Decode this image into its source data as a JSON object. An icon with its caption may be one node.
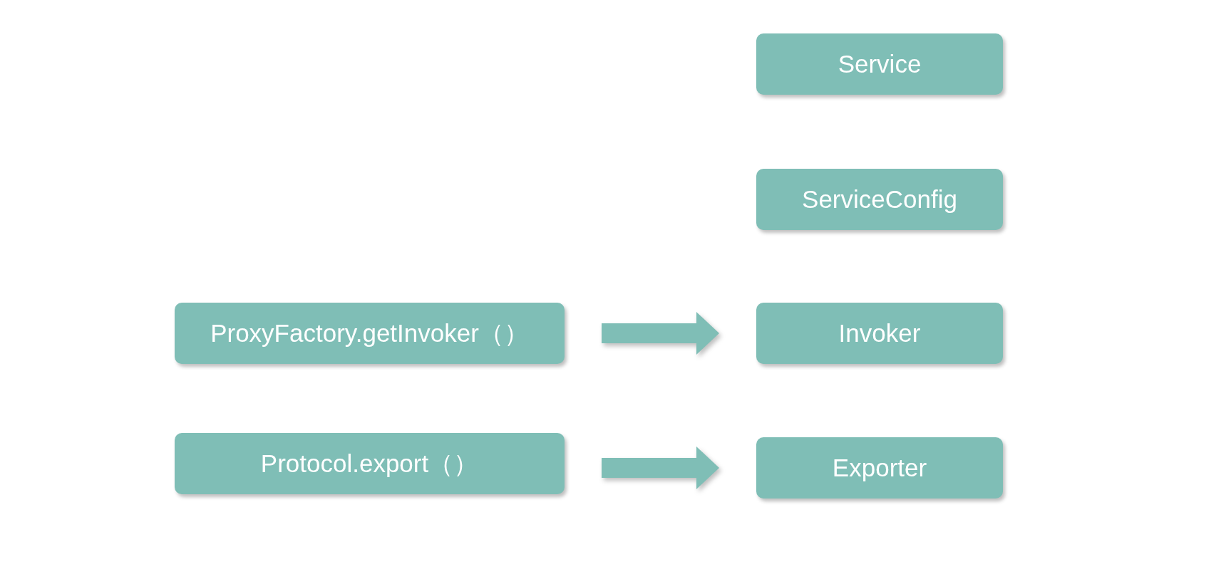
{
  "diagram": {
    "nodes": [
      {
        "text": [
          "Service"
        ]
      },
      {
        "text": [
          "ServiceConfig"
        ]
      },
      {
        "text": [
          "ProxyFactory.getInvoker（）"
        ]
      },
      {
        "text": [
          "Invoker"
        ]
      },
      {
        "text": [
          "Protocol.export（）"
        ]
      },
      {
        "text": [
          "Exporter"
        ]
      }
    ],
    "edges": [
      {
        "from": 2,
        "to": 3,
        "arrow": "to"
      },
      {
        "from": 4,
        "to": 5,
        "arrow": "to"
      }
    ]
  }
}
